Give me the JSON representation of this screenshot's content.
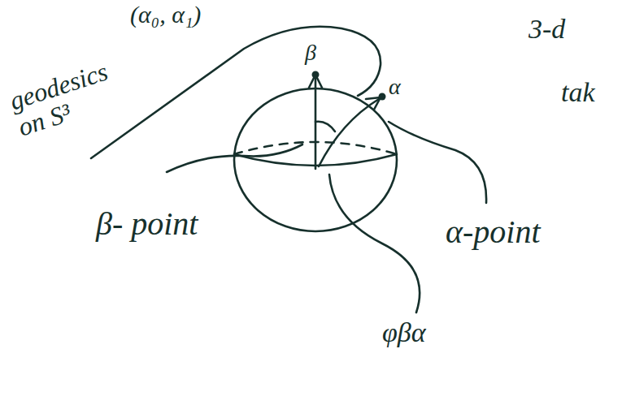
{
  "diagram": {
    "labels": [
      "(α₀, α₁)",
      "3-d",
      "tak",
      "geodesics on S³",
      "β",
      "α",
      "β- point",
      "α-point",
      "φβα"
    ]
  }
}
